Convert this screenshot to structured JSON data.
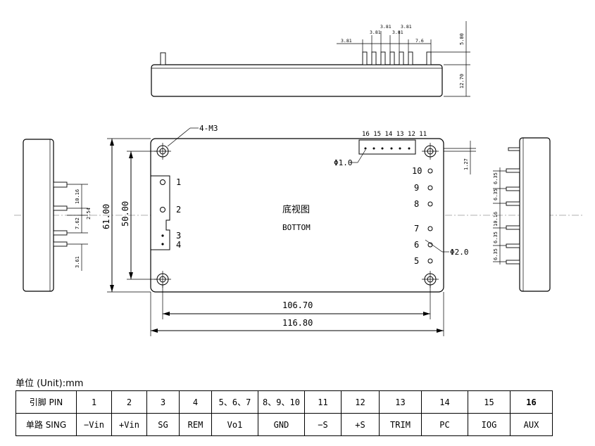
{
  "top_view": {
    "dim_3_81_a": "3.81",
    "dim_3_81_b": "3.81",
    "dim_3_81_c": "3.81",
    "dim_3_81_d": "3.81",
    "dim_3_81_e": "3.81",
    "dim_7_6": "7.6",
    "dim_5_00": "5.00",
    "dim_12_70": "12.70"
  },
  "bottom_view": {
    "mount_callout": "4-M3",
    "top_pins_label": "16 15 14 13 12 11",
    "small_pin_callout": "Φ1.0",
    "large_pin_callout": "Φ2.0",
    "center_label_cn": "底视图",
    "center_label_en": "BOTTOM",
    "dim_1_27": "1.27",
    "dim_height_outer": "61.00",
    "dim_height_inner": "50.00",
    "dim_width_inner": "106.70",
    "dim_width_outer": "116.80",
    "left_pin_numbers": [
      "1",
      "2",
      "3",
      "4"
    ],
    "right_pin_numbers": [
      "10",
      "9",
      "8",
      "7",
      "6",
      "5"
    ]
  },
  "left_view": {
    "dim_10_16": "10.16",
    "dim_2_54": "2.54",
    "dim_7_62": "7.62",
    "dim_3_61": "3.61"
  },
  "right_view": {
    "dims": [
      "6.35",
      "6.35",
      "10.16",
      "6.35",
      "6.35"
    ]
  },
  "unit_label": "单位 (Unit):mm",
  "pin_table": {
    "row1": [
      "引脚 PIN",
      "1",
      "2",
      "3",
      "4",
      "5、6、7",
      "8、9、10",
      "11",
      "12",
      "13",
      "14",
      "15",
      "16"
    ],
    "row2": [
      "单路 SING",
      "−Vin",
      "+Vin",
      "SG",
      "REM",
      "Vo1",
      "GND",
      "−S",
      "+S",
      "TRIM",
      "PC",
      "IOG",
      "AUX"
    ]
  }
}
